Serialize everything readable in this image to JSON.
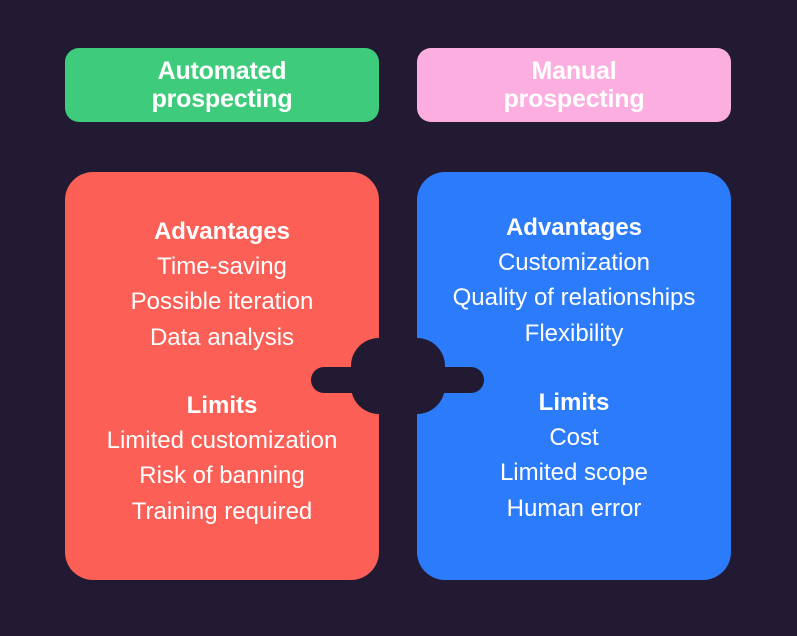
{
  "background_color": "#221a33",
  "columns": [
    {
      "id": "automated",
      "header": {
        "line1": "Automated",
        "line2": "prospecting",
        "color": "#3ecb7b"
      },
      "card": {
        "color": "#fb5f56",
        "sections": [
          {
            "heading": "Advantages",
            "items": [
              "Time-saving",
              "Possible iteration",
              "Data analysis"
            ]
          },
          {
            "heading": "Limits",
            "items": [
              "Limited customization",
              "Risk of banning",
              "Training required"
            ]
          }
        ]
      }
    },
    {
      "id": "manual",
      "header": {
        "line1": "Manual",
        "line2": "prospecting",
        "color": "#fcaee0"
      },
      "card": {
        "color": "#2b7bfb",
        "sections": [
          {
            "heading": "Advantages",
            "items": [
              "Customization",
              "Quality of relationships",
              "Flexibility"
            ]
          },
          {
            "heading": "Limits",
            "items": [
              "Cost",
              "Limited scope",
              "Human error"
            ]
          }
        ]
      }
    }
  ],
  "connector": {
    "name": "bridge-bar",
    "color": "#221a33"
  },
  "text_color": "#ffffff"
}
